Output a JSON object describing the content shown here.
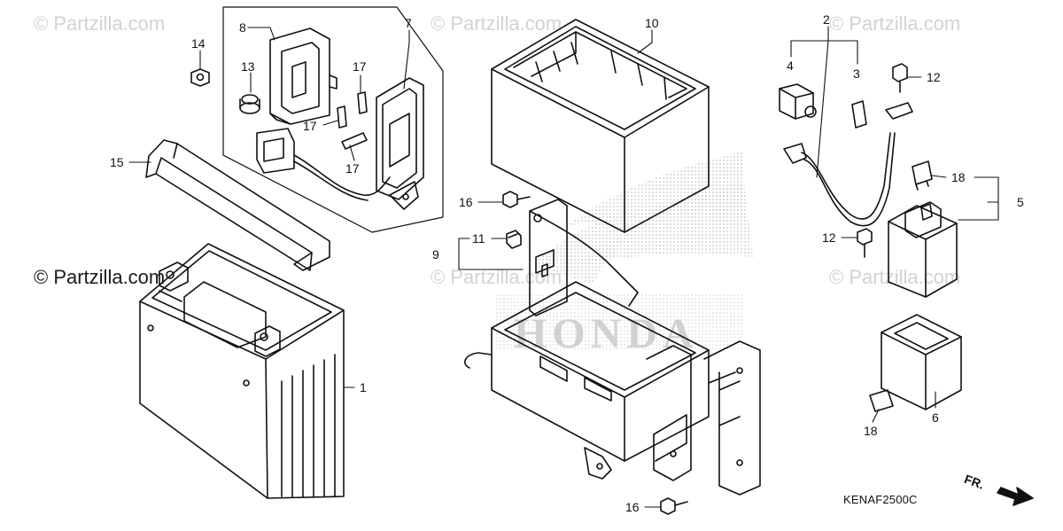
{
  "watermarks": {
    "main": "© Partzilla.com",
    "faint": "© Partzilla.com"
  },
  "diagram_code": "KENAF2500C",
  "direction_label": "FR.",
  "callouts": {
    "c1": "1",
    "c2": "2",
    "c3": "3",
    "c4": "4",
    "c5": "5",
    "c6": "6",
    "c7": "7",
    "c8": "8",
    "c9": "9",
    "c10": "10",
    "c11": "11",
    "c12a": "12",
    "c12b": "12",
    "c13": "13",
    "c14": "14",
    "c15": "15",
    "c16a": "16",
    "c16b": "16",
    "c17a": "17",
    "c17b": "17",
    "c17c": "17",
    "c18a": "18",
    "c18b": "18"
  },
  "colors": {
    "line": "#111111",
    "watermark": "#d2d2d2",
    "logo_dots": "#c8c8c8"
  }
}
